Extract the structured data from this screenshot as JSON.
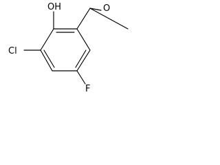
{
  "molecule": {
    "atoms": {
      "hydroxyl": "OH",
      "carbonyl_oxygen": "O",
      "chlorine": "Cl",
      "fluorine": "F"
    }
  }
}
